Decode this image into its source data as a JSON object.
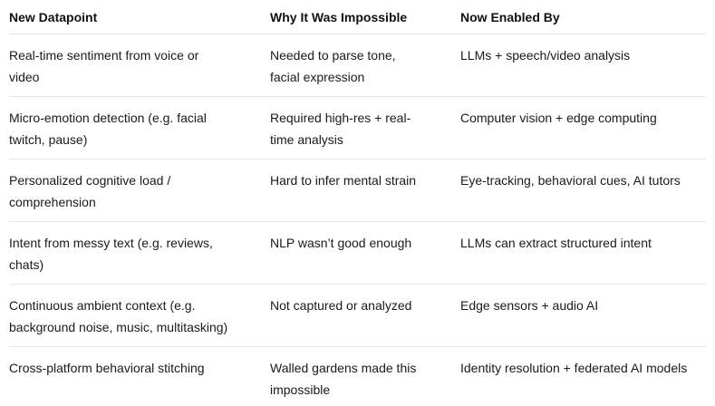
{
  "colors": {
    "text": "#1a1a1a",
    "header_text": "#111111",
    "divider": "#e6e6e6",
    "background": "#ffffff"
  },
  "table": {
    "columns": [
      "New Datapoint",
      "Why It Was Impossible",
      "Now Enabled By"
    ],
    "rows": [
      [
        "Real-time sentiment from voice or\nvideo",
        "Needed to parse tone,\nfacial expression",
        "LLMs + speech/video analysis"
      ],
      [
        "Micro-emotion detection (e.g. facial\ntwitch, pause)",
        "Required high-res + real-\ntime analysis",
        "Computer vision + edge computing"
      ],
      [
        "Personalized cognitive load /\ncomprehension",
        "Hard to infer mental strain",
        "Eye-tracking, behavioral cues, AI tutors"
      ],
      [
        "Intent from messy text (e.g. reviews,\nchats)",
        "NLP wasn’t good enough",
        "LLMs can extract structured intent"
      ],
      [
        "Continuous ambient context (e.g.\nbackground noise, music, multitasking)",
        "Not captured or analyzed",
        "Edge sensors + audio AI"
      ],
      [
        "Cross-platform behavioral stitching",
        "Walled gardens made this\nimpossible",
        "Identity resolution + federated AI models"
      ]
    ]
  }
}
